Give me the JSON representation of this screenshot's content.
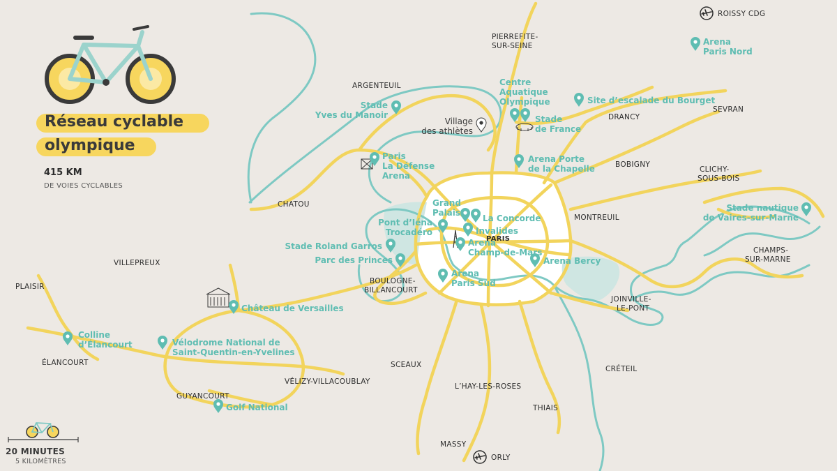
{
  "title": {
    "line1": "Réseau cyclable",
    "line2": "olympique"
  },
  "stats": {
    "km_value": "415 KM",
    "km_caption": "DE VOIES CYCLABLES"
  },
  "scale": {
    "minutes": "20 MINUTES",
    "distance": "5 KILOMÈTRES"
  },
  "colors": {
    "background": "#ede9e4",
    "route": "#f2d45c",
    "river": "#7ec9c3",
    "venue": "#5fbdb2",
    "paris_area": "#ffffff"
  },
  "venues": [
    {
      "lines": [
        "Stade",
        "Yves du Manoir"
      ]
    },
    {
      "lines": [
        "Village",
        "des athlètes"
      ]
    },
    {
      "lines": [
        "Centre",
        "Aquatique",
        "Olympique"
      ]
    },
    {
      "lines": [
        "Stade",
        "de France"
      ]
    },
    {
      "lines": [
        "Site d’escalade du Bourget"
      ]
    },
    {
      "lines": [
        "Arena",
        "Paris Nord"
      ]
    },
    {
      "lines": [
        "Paris",
        "La Défense",
        "Arena"
      ]
    },
    {
      "lines": [
        "Arena Porte",
        "de la Chapelle"
      ]
    },
    {
      "lines": [
        "Grand",
        "Palais"
      ]
    },
    {
      "lines": [
        "La Concorde"
      ]
    },
    {
      "lines": [
        "Pont d’Iéna",
        "Trocadéro"
      ]
    },
    {
      "lines": [
        "Invalides"
      ]
    },
    {
      "lines": [
        "Arena",
        "Champ-de-Mars"
      ]
    },
    {
      "lines": [
        "Stade Roland Garros"
      ]
    },
    {
      "lines": [
        "Parc des Princes"
      ]
    },
    {
      "lines": [
        "Arena Bercy"
      ]
    },
    {
      "lines": [
        "Arena",
        "Paris Sud"
      ]
    },
    {
      "lines": [
        "Stade nautique",
        "de Vaires-sur-Marne"
      ]
    },
    {
      "lines": [
        "Château de Versailles"
      ]
    },
    {
      "lines": [
        "Colline",
        "d’Élancourt"
      ]
    },
    {
      "lines": [
        "Vélodrome National de",
        "Saint-Quentin-en-Yvelines"
      ]
    },
    {
      "lines": [
        "Golf National"
      ]
    }
  ],
  "towns": [
    {
      "lines": [
        "ARGENTEUIL"
      ]
    },
    {
      "lines": [
        "PIERREFITE-",
        "SUR-SEINE"
      ]
    },
    {
      "lines": [
        "DRANCY"
      ]
    },
    {
      "lines": [
        "SEVRAN"
      ]
    },
    {
      "lines": [
        "BOBIGNY"
      ]
    },
    {
      "lines": [
        "CLICHY-",
        "SOUS-BOIS"
      ]
    },
    {
      "lines": [
        "CHATOU"
      ]
    },
    {
      "lines": [
        "MONTREUIL"
      ]
    },
    {
      "lines": [
        "PARIS"
      ]
    },
    {
      "lines": [
        "CHAMPS-",
        "SUR-MARNE"
      ]
    },
    {
      "lines": [
        "VILLEPREUX"
      ]
    },
    {
      "lines": [
        "PLAISIR"
      ]
    },
    {
      "lines": [
        "BOULOGNE-",
        "BILLANCOURT"
      ]
    },
    {
      "lines": [
        "JOINVILLE-",
        "LE-PONT"
      ]
    },
    {
      "lines": [
        "ÉLANCOURT"
      ]
    },
    {
      "lines": [
        "SCEAUX"
      ]
    },
    {
      "lines": [
        "CRÉTEIL"
      ]
    },
    {
      "lines": [
        "VÉLIZY-VILLACOUBLAY"
      ]
    },
    {
      "lines": [
        "L’HAY-LES-ROSES"
      ]
    },
    {
      "lines": [
        "GUYANCOURT"
      ]
    },
    {
      "lines": [
        "THIAIS"
      ]
    },
    {
      "lines": [
        "MASSY"
      ]
    }
  ],
  "airports": [
    {
      "name": "ROISSY CDG",
      "icon": "plane-icon"
    },
    {
      "name": "ORLY",
      "icon": "plane-icon"
    }
  ],
  "icons": {
    "bicycle": "bicycle-icon",
    "pin": "map-pin-icon",
    "eiffel": "eiffel-tower-icon",
    "chateau": "chateau-icon",
    "stadium": "stadium-icon",
    "arena": "arena-icon"
  }
}
